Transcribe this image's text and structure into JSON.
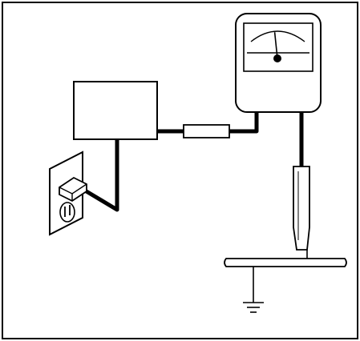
{
  "diagram": {
    "components": [
      "power-supply-box",
      "wall-outlet",
      "power-plug",
      "inline-fuse",
      "analog-meter",
      "test-probe",
      "horizontal-bar",
      "ground-symbol"
    ],
    "meter": {
      "needle_position": 0.45
    }
  },
  "colors": {
    "background": "#ffffff",
    "line": "#000000",
    "frame": "#000000"
  }
}
